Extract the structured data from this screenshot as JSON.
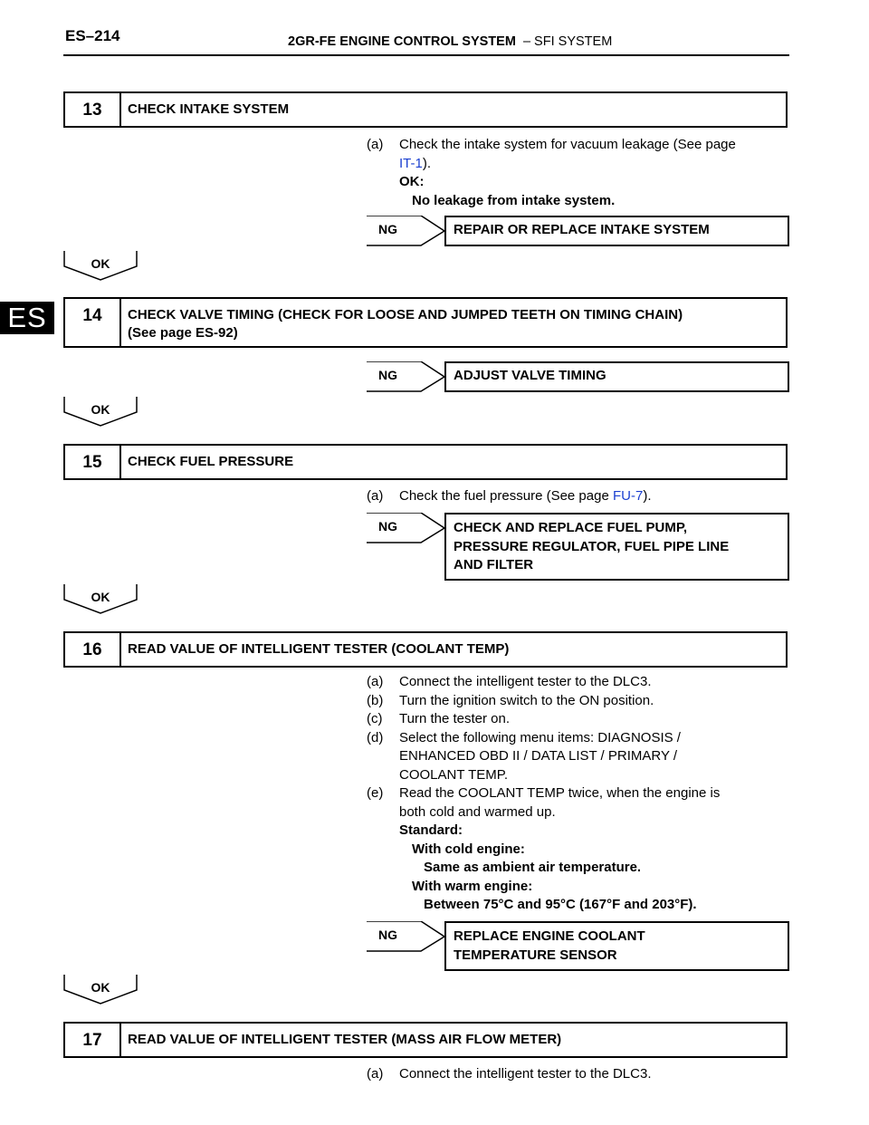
{
  "header": {
    "page_number": "ES–214",
    "section_bold": "2GR-FE ENGINE CONTROL SYSTEM",
    "section_rest": "–  SFI SYSTEM"
  },
  "tab": "ES",
  "labels": {
    "ng": "NG",
    "ok": "OK"
  },
  "steps": [
    {
      "num": "13",
      "title": "CHECK INTAKE SYSTEM",
      "a_label": "(a)",
      "a_pre": "Check the intake system for vacuum leakage (See page ",
      "a_link": "IT-1",
      "a_post": ").",
      "ok_head": "OK:",
      "ok_body": "No leakage from intake system.",
      "ng_result": "REPAIR OR REPLACE INTAKE SYSTEM"
    },
    {
      "num": "14",
      "title_line1": "CHECK VALVE TIMING (CHECK FOR LOOSE AND JUMPED TEETH ON TIMING CHAIN)",
      "title_line2": "(See page ES-92)",
      "ng_result": "ADJUST VALVE TIMING"
    },
    {
      "num": "15",
      "title": "CHECK FUEL PRESSURE",
      "a_label": "(a)",
      "a_pre": "Check the fuel pressure (See page ",
      "a_link": "FU-7",
      "a_post": ").",
      "ng_result_l1": "CHECK AND REPLACE FUEL PUMP,",
      "ng_result_l2": "PRESSURE REGULATOR, FUEL PIPE LINE",
      "ng_result_l3": "AND FILTER"
    },
    {
      "num": "16",
      "title": "READ VALUE OF INTELLIGENT TESTER (COOLANT TEMP)",
      "items": [
        {
          "label": "(a)",
          "lines": [
            "Connect the intelligent tester to the DLC3."
          ]
        },
        {
          "label": "(b)",
          "lines": [
            "Turn the ignition switch to the ON position."
          ]
        },
        {
          "label": "(c)",
          "lines": [
            "Turn the tester on."
          ]
        },
        {
          "label": "(d)",
          "lines": [
            "Select the following menu items: DIAGNOSIS /",
            "ENHANCED OBD II / DATA LIST / PRIMARY /",
            "COOLANT TEMP."
          ]
        },
        {
          "label": "(e)",
          "lines": [
            "Read the COOLANT TEMP twice, when the engine is",
            "both cold and warmed up."
          ]
        }
      ],
      "standard": "Standard:",
      "cold_head": "With cold engine:",
      "cold_value": "Same as ambient air temperature.",
      "warm_head": "With warm engine:",
      "warm_value": "Between 75°C and 95°C (167°F and 203°F).",
      "ng_result_l1": "REPLACE ENGINE COOLANT",
      "ng_result_l2": "TEMPERATURE SENSOR"
    },
    {
      "num": "17",
      "title": "READ VALUE OF INTELLIGENT TESTER (MASS AIR FLOW METER)",
      "a_label": "(a)",
      "a_text": "Connect the intelligent tester to the DLC3."
    }
  ],
  "colors": {
    "link": "#1a3fd0",
    "ink": "#000000",
    "tab_bg": "#000000",
    "tab_fg": "#ffffff"
  }
}
